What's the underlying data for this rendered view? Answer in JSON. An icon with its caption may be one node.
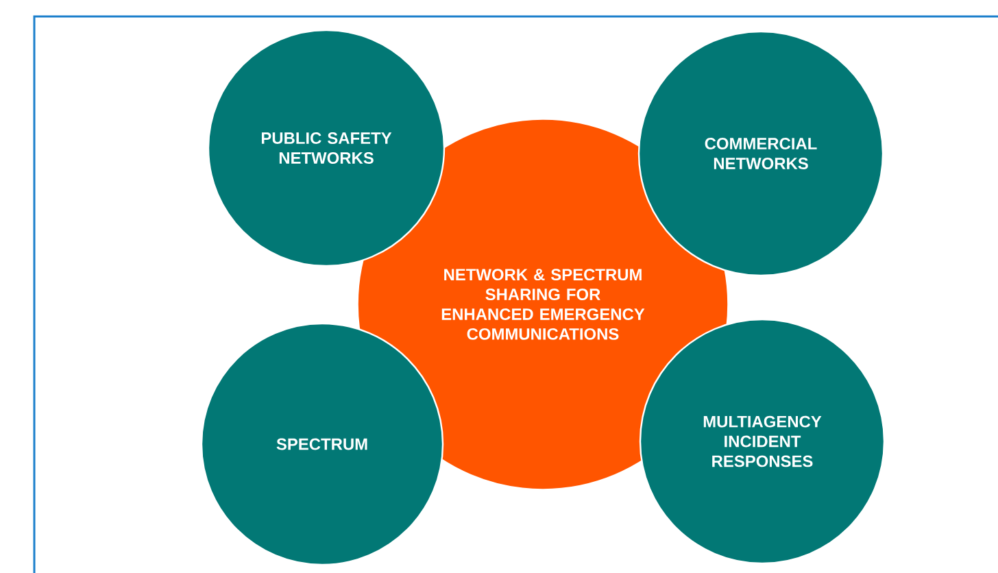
{
  "diagram": {
    "nodes": [
      {
        "text": [
          "PUBLIC SAFETY NETWORKS"
        ]
      },
      {
        "text": [
          "COMMERCIAL NETWORKS"
        ]
      },
      {
        "text": [
          "NETWORK & SPECTRUM SHARING FOR ENHANCED EMERGENCY COMMUNICATIONS"
        ]
      },
      {
        "text": [
          "SPECTRUM"
        ]
      },
      {
        "text": [
          "MULTIAGENCY INCIDENT RESPONSES"
        ]
      }
    ]
  }
}
